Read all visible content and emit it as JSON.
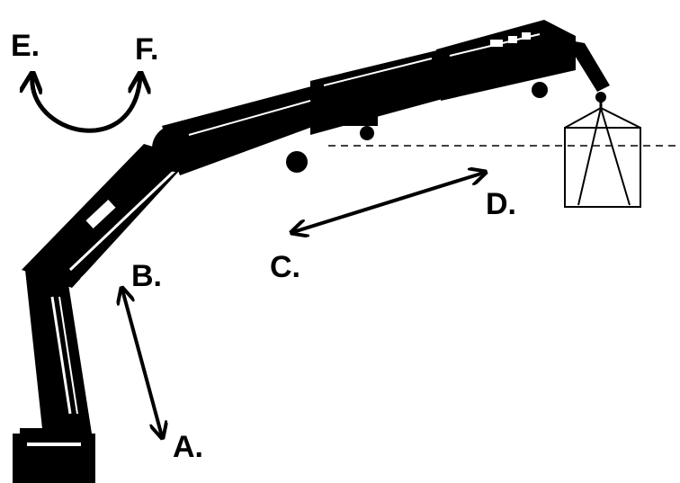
{
  "labels": {
    "a": "A.",
    "b": "B.",
    "c": "C.",
    "d": "D.",
    "e": "E.",
    "f": "F."
  },
  "colors": {
    "ink": "#000000",
    "paper": "#ffffff",
    "highlight": "#ffffff"
  },
  "icons": {
    "arrow_ab": "double-headed-arrow",
    "arrow_cd": "double-headed-arrow",
    "arrow_ef": "curved-double-headed-arrow",
    "load": "hanging-load-box"
  }
}
